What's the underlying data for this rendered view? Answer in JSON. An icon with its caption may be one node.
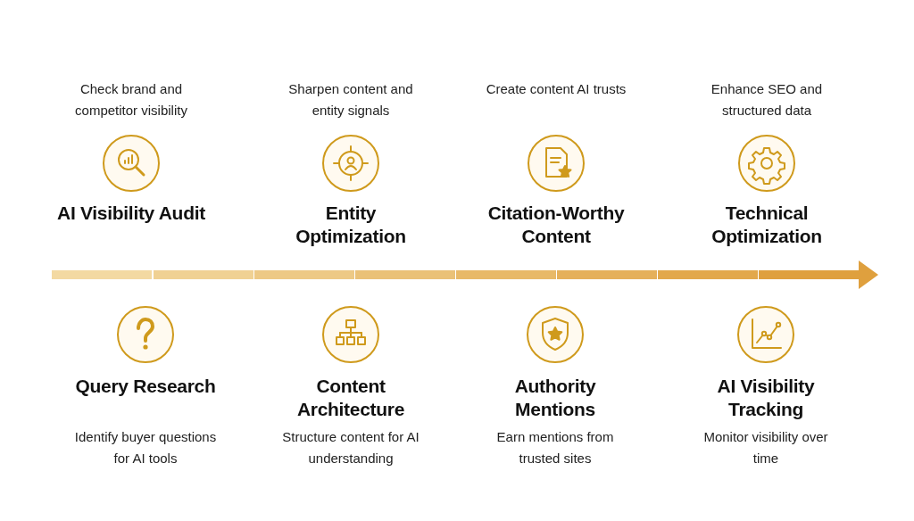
{
  "diagram": {
    "nodes": [
      {
        "text": [
          "Check brand and competitor visibility",
          "AI Visibility Audit"
        ]
      },
      {
        "text": [
          "Query Research",
          "Identify buyer questions for AI tools"
        ]
      },
      {
        "text": [
          "Sharpen content and entity signals",
          "Entity Optimization"
        ]
      },
      {
        "text": [
          "Content Architecture",
          "Structure content for AI understanding"
        ]
      },
      {
        "text": [
          "Create content AI trusts",
          "Citation-Worthy Content"
        ]
      },
      {
        "text": [
          "Authority Mentions",
          "Earn mentions from trusted sites"
        ]
      },
      {
        "text": [
          "Enhance SEO and structured data",
          "Technical Optimization"
        ]
      },
      {
        "text": [
          "AI Visibility Tracking",
          "Monitor visibility over time"
        ]
      }
    ],
    "edges": []
  }
}
